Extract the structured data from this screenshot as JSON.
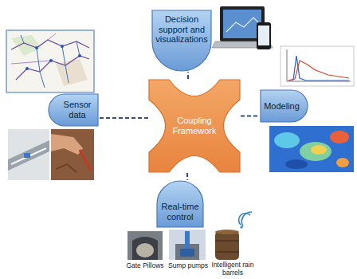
{
  "diagram": {
    "nodes": [
      {
        "text": [
          "Decision support and visualizations"
        ]
      },
      {
        "text": [
          "Sensor data"
        ]
      },
      {
        "text": [
          "Coupling Framework"
        ]
      },
      {
        "text": [
          "Modeling"
        ]
      },
      {
        "text": [
          "Real-time control"
        ]
      }
    ],
    "edges": [
      {
        "from": 2,
        "to": 0,
        "arrow": "none"
      },
      {
        "from": 2,
        "to": 1,
        "arrow": "none"
      },
      {
        "from": 2,
        "to": 3,
        "arrow": "none"
      },
      {
        "from": 2,
        "to": 4,
        "arrow": "none"
      }
    ],
    "labels": [
      "Gate Pillows",
      "Sump pumps",
      "Intelligent rain barrels"
    ]
  }
}
